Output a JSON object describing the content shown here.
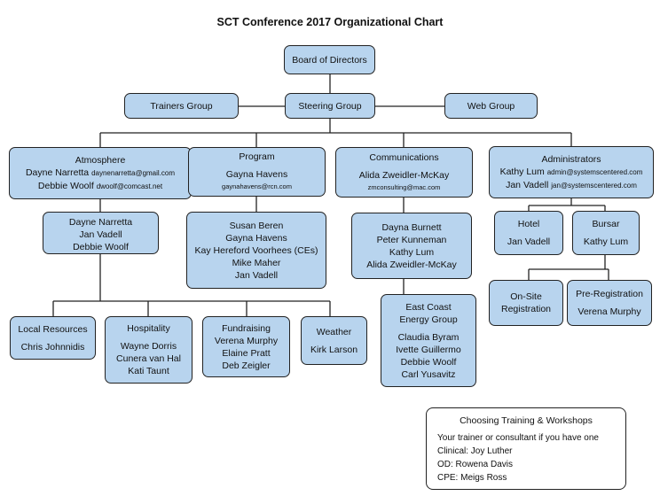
{
  "title": "SCT Conference 2017 Organizational Chart",
  "board": "Board of Directors",
  "trainers": "Trainers Group",
  "steering": "Steering Group",
  "web": "Web Group",
  "atmosphere": {
    "title": "Atmosphere",
    "p1": {
      "name": "Dayne Narretta",
      "email": "daynenarretta@gmail.com"
    },
    "p2": {
      "name": "Debbie Woolf",
      "email": "dwoolf@comcast.net"
    },
    "team": [
      "Dayne Narretta",
      "Jan Vadell",
      "Debbie Woolf"
    ]
  },
  "program": {
    "title": "Program",
    "name": "Gayna Havens",
    "email": "gaynahavens@rcn.com",
    "team": [
      "Susan Beren",
      "Gayna Havens",
      "Kay Hereford Voorhees (CEs)",
      "Mike Maher",
      "Jan Vadell"
    ]
  },
  "communications": {
    "title": "Communications",
    "name": "Alida Zweidler-McKay",
    "email": "zmconsulting@mac.com",
    "team": [
      "Dayna Burnett",
      "Peter Kunneman",
      "Kathy Lum",
      "Alida Zweidler-McKay"
    ]
  },
  "eastcoast": {
    "title1": "East Coast",
    "title2": "Energy Group",
    "members": [
      "Claudia Byram",
      "Ivette Guillermo",
      "Debbie Woolf",
      "Carl Yusavitz"
    ]
  },
  "administrators": {
    "title": "Administrators",
    "p1": {
      "name": "Kathy Lum",
      "email": "admin@systemscentered.com"
    },
    "p2": {
      "name": "Jan Vadell",
      "email": "jan@systemscentered.com"
    }
  },
  "hotel": {
    "title": "Hotel",
    "name": "Jan Vadell"
  },
  "bursar": {
    "title": "Bursar",
    "name": "Kathy Lum"
  },
  "onsite": {
    "line1": "On-Site",
    "line2": "Registration"
  },
  "prereg": {
    "title": "Pre-Registration",
    "name": "Verena Murphy"
  },
  "local": {
    "title": "Local Resources",
    "name": "Chris Johnnidis"
  },
  "hospitality": {
    "title": "Hospitality",
    "members": [
      "Wayne Dorris",
      "Cunera van Hal",
      "Kati Taunt"
    ]
  },
  "fundraising": {
    "title": "Fundraising",
    "members": [
      "Verena Murphy",
      "Elaine Pratt",
      "Deb Zeigler"
    ]
  },
  "weather": {
    "title": "Weather",
    "name": "Kirk Larson"
  },
  "notes": {
    "title": "Choosing Training & Workshops",
    "lines": [
      "Your trainer or consultant if you have one",
      "Clinical: Joy Luther",
      "OD: Rowena Davis",
      "CPE: Meigs Ross"
    ]
  },
  "colors": {
    "box_fill": "#b8d4ee",
    "border": "#222222"
  }
}
